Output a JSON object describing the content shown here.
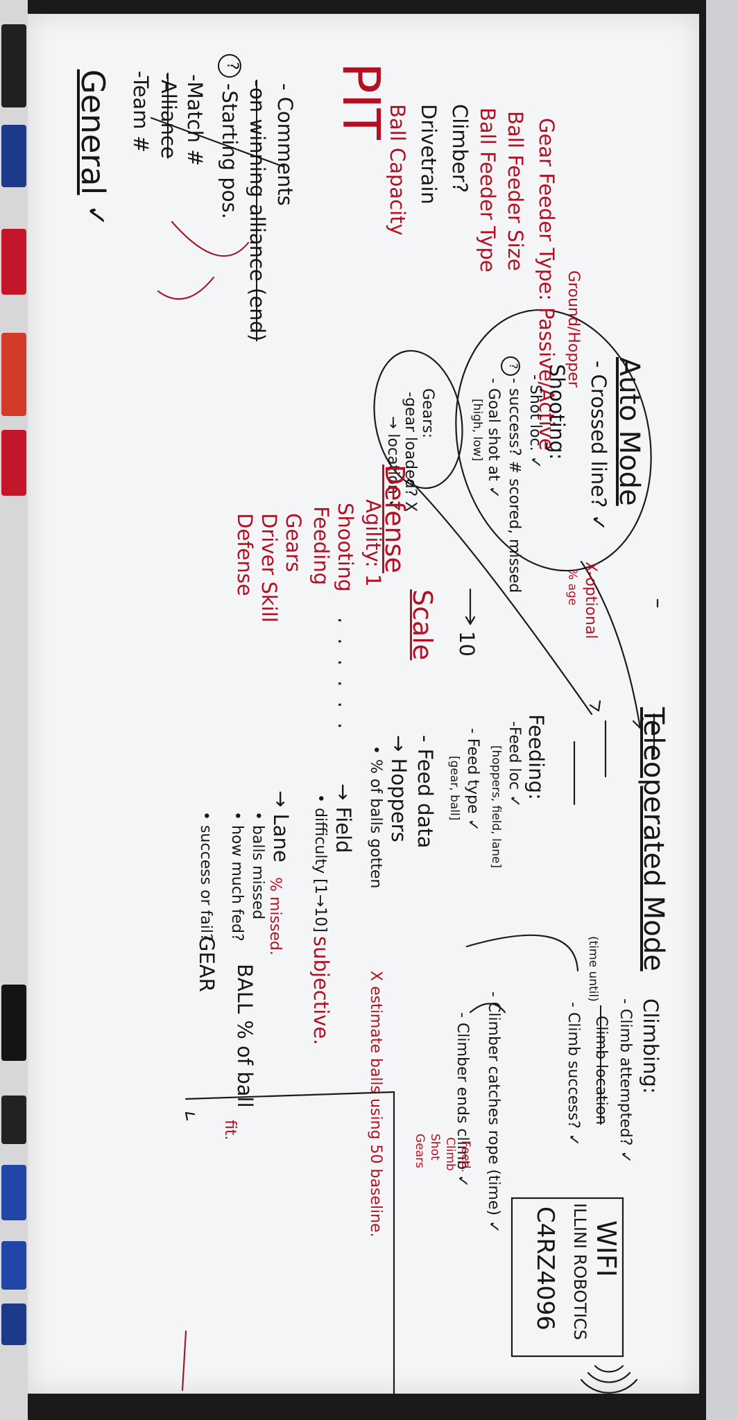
{
  "general": {
    "title": "General",
    "items": [
      "-Team #",
      "-Alliance",
      "-Match #",
      "-Starting pos.",
      "-on winning alliance (end)",
      "- Comments"
    ],
    "q_mark": "?"
  },
  "pit": {
    "title": "PIT",
    "items": [
      "Ball Capacity",
      "Drivetrain",
      "Climber?",
      "Ball Feeder Type",
      "Ball Feeder Size",
      "Gear Feeder Type: Passive/Active",
      "Ground/Hopper"
    ]
  },
  "auto": {
    "title": "Auto Mode",
    "crossed": "- Crossed line? ✓",
    "shooting": [
      "Shooting:",
      "- Shot loc. ✓",
      "- success? # scored, missed",
      "- Goal shot at ✓",
      "[high, low]"
    ],
    "gears": [
      "Gears:",
      "-gear loaded? X",
      "→ location ✓"
    ],
    "optional": "X-optional",
    "percentage": "% age"
  },
  "defense": {
    "title": "Defense",
    "items": [
      "Agility: 1",
      "Shooting",
      "Feeding",
      "Gears",
      "Driver Skill",
      "Defense"
    ],
    "scale_title": "Scale",
    "scale_end": "10",
    "dots": ". . . . . ."
  },
  "teleop": {
    "title": "Teleoperated Mode",
    "feeding": [
      "Feeding:",
      "-Feed loc ✓",
      "[hoppers, field, lane]",
      "- Feed type ✓",
      "[gear, ball]"
    ],
    "feed_data": [
      "- Feed data",
      "→ Hoppers",
      "• % of balls gotten",
      "→ Field",
      "• difficulty [1→10]",
      "→ Lane",
      "• balls missed",
      "• how much fed?",
      "• success or fail?"
    ],
    "estimate": "X estimate balls using 50 baseline.",
    "subjective": "subjective.",
    "percent_missed": "% missed.",
    "ball_note": "BALL % of ball",
    "fit": "fit.",
    "gear_note": "GEAR"
  },
  "climbing": {
    "title": "Climbing:",
    "items": [
      "- Climb attempted? ✓",
      "- Climb location",
      "- Climb success? ✓",
      "- Climber catches rope (time) ✓",
      "- Climber ends climb ✓"
    ],
    "time_until": "(time until)"
  },
  "corner_box": {
    "items": [
      "Gears",
      "Shot",
      "Climb",
      "Feed."
    ]
  },
  "wifi": {
    "title": "WIFI",
    "network": "ILLINI ROBOTICS",
    "password": "C4RZ4096"
  },
  "colors": {
    "ink": "#161616",
    "red_ink": "#b31024",
    "board": "#f4f5f7"
  }
}
